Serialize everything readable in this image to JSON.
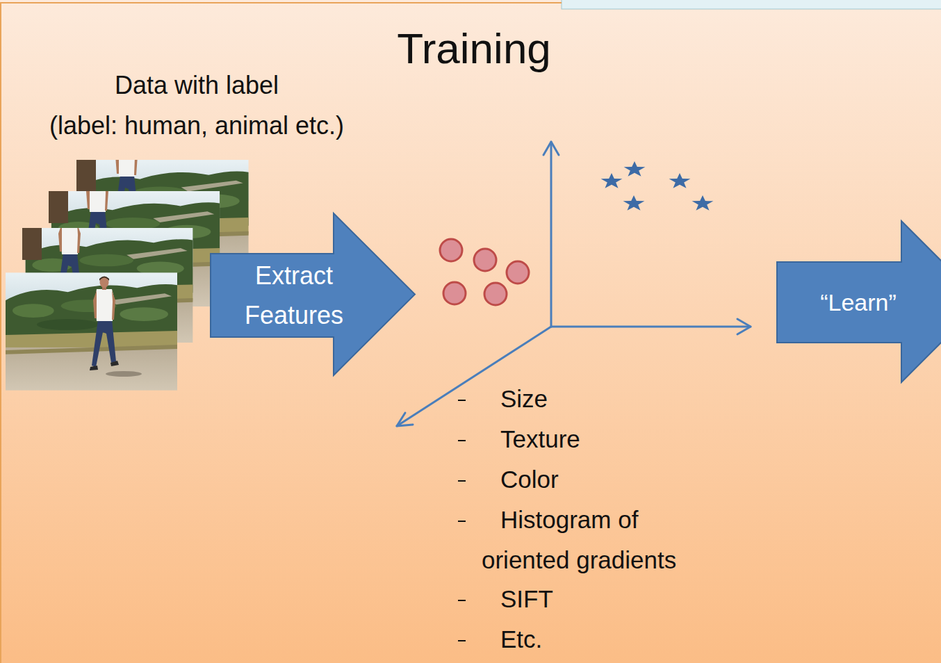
{
  "diagram": {
    "title": "Training",
    "nodes": [
      {
        "text": [
          "Extract Features"
        ]
      },
      {
        "text": [
          "“Learn”"
        ]
      }
    ],
    "labels": [
      "Data with label",
      "(label: human, animal etc.)",
      "Size",
      "Texture",
      "Color",
      "Histogram of oriented gradients",
      "SIFT",
      "Etc."
    ]
  }
}
